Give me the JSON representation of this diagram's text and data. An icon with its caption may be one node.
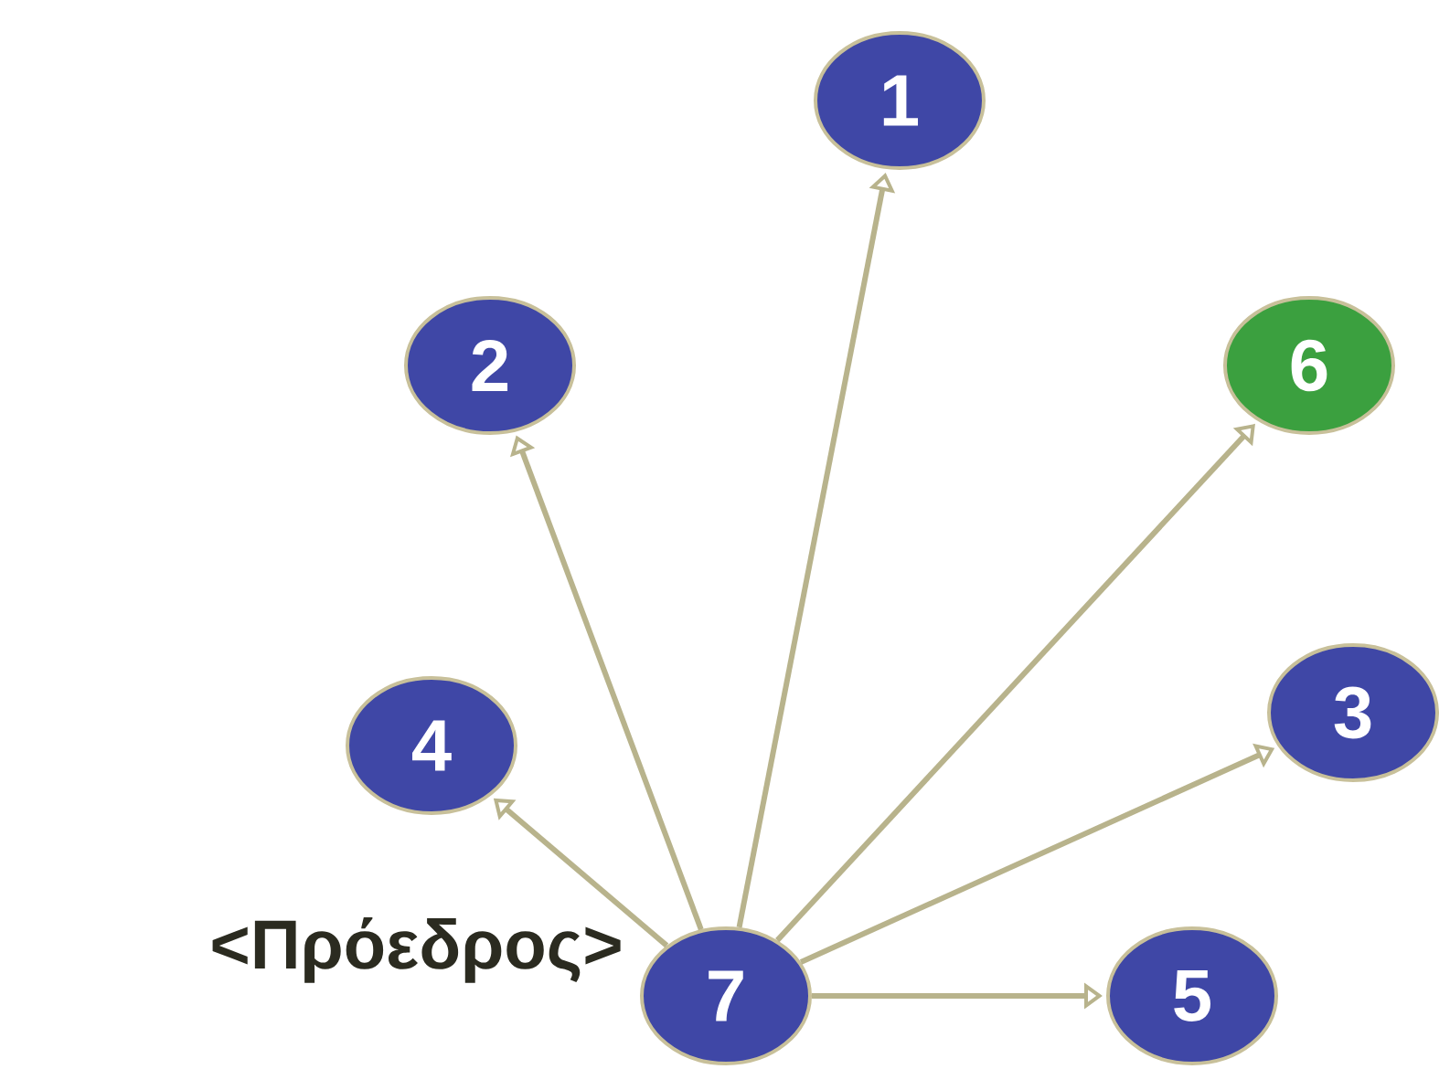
{
  "diagram": {
    "nodes": [
      {
        "text": [
          "1"
        ]
      },
      {
        "text": [
          "2"
        ]
      },
      {
        "text": [
          "6"
        ]
      },
      {
        "text": [
          "4"
        ]
      },
      {
        "text": [
          "3"
        ]
      },
      {
        "text": [
          "7"
        ],
        "beside": [
          "<Πρόεδρος>"
        ]
      },
      {
        "text": [
          "5"
        ]
      }
    ],
    "edges": [
      {
        "from": 5,
        "to": 0,
        "arrow": "to"
      },
      {
        "from": 5,
        "to": 1,
        "arrow": "to"
      },
      {
        "from": 5,
        "to": 2,
        "arrow": "to"
      },
      {
        "from": 5,
        "to": 3,
        "arrow": "to"
      },
      {
        "from": 5,
        "to": 4,
        "arrow": "to"
      },
      {
        "from": 5,
        "to": 6,
        "arrow": "to"
      }
    ]
  }
}
